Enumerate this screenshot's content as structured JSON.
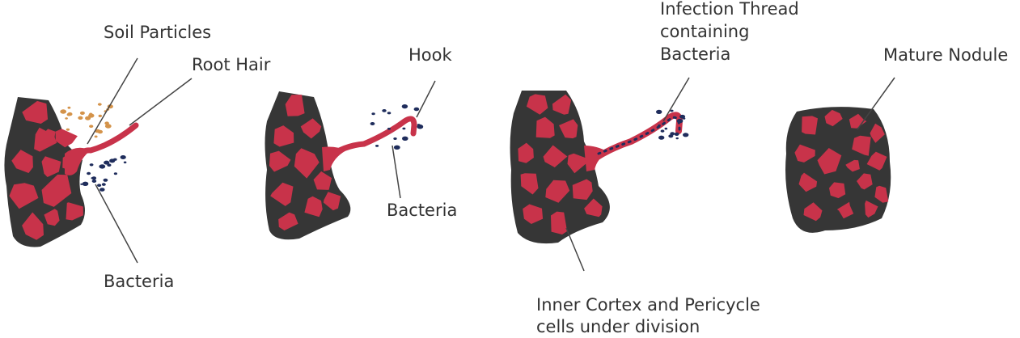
{
  "colors": {
    "tissue": "#363636",
    "cell": "#c8334a",
    "soil": "#d4934a",
    "bacteria": "#1f2d5c",
    "line": "#444444"
  },
  "stages": [
    {
      "labels": {
        "soil_particles": "Soil Particles",
        "root_hair": "Root Hair",
        "bacteria": "Bacteria"
      }
    },
    {
      "labels": {
        "hook": "Hook",
        "bacteria": "Bacteria"
      }
    },
    {
      "labels": {
        "infection_line1": "Infection Thread",
        "infection_line2": "containing",
        "infection_line3": "Bacteria",
        "cortex_line1": "Inner Cortex and Pericycle",
        "cortex_line2": "cells under division"
      }
    },
    {
      "labels": {
        "mature_nodule": "Mature Nodule"
      }
    }
  ]
}
